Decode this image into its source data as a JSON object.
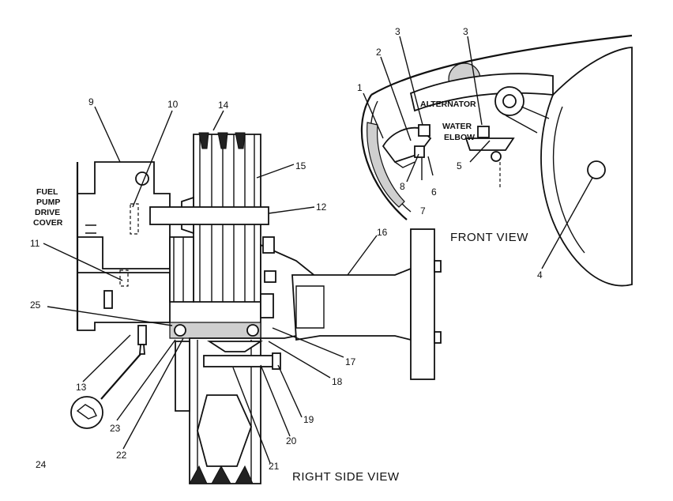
{
  "views": {
    "right_side_title": "RIGHT  SIDE  VIEW",
    "front_title": "FRONT  VIEW"
  },
  "labels": {
    "fuel_pump_line1": "FUEL",
    "fuel_pump_line2": "PUMP",
    "fuel_pump_line3": "DRIVE",
    "fuel_pump_line4": "COVER",
    "alternator": "ALTERNATOR",
    "water_elbow_line1": "WATER",
    "water_elbow_line2": "ELBOW"
  },
  "callouts": [
    "1",
    "2",
    "3",
    "3",
    "4",
    "5",
    "6",
    "7",
    "8",
    "9",
    "10",
    "11",
    "12",
    "13",
    "14",
    "15",
    "16",
    "17",
    "18",
    "19",
    "20",
    "21",
    "22",
    "23",
    "24",
    "25"
  ]
}
